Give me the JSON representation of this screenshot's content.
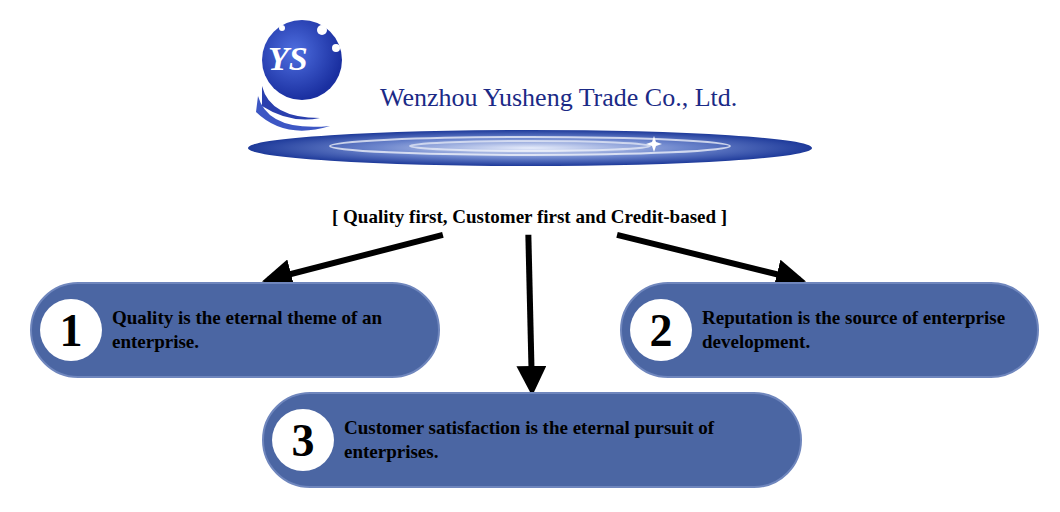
{
  "diagram": {
    "title": "Wenzhou Yusheng Trade Co., Ltd.",
    "nodes": [
      {
        "text": [
          "[ Quality first, Customer first and Credit-based ]"
        ]
      },
      {
        "text": [
          "1",
          "Quality is the eternal theme of an enterprise."
        ]
      },
      {
        "text": [
          "2",
          "Reputation is the source of enterprise development."
        ]
      },
      {
        "text": [
          "3",
          "Customer satisfaction is the eternal pursuit of enterprises."
        ]
      }
    ],
    "edges": [
      {
        "from": 0,
        "to": 1,
        "arrow": "to"
      },
      {
        "from": 0,
        "to": 3,
        "arrow": "to"
      },
      {
        "from": 0,
        "to": 2,
        "arrow": "to"
      }
    ],
    "labels": [
      "YS"
    ]
  }
}
